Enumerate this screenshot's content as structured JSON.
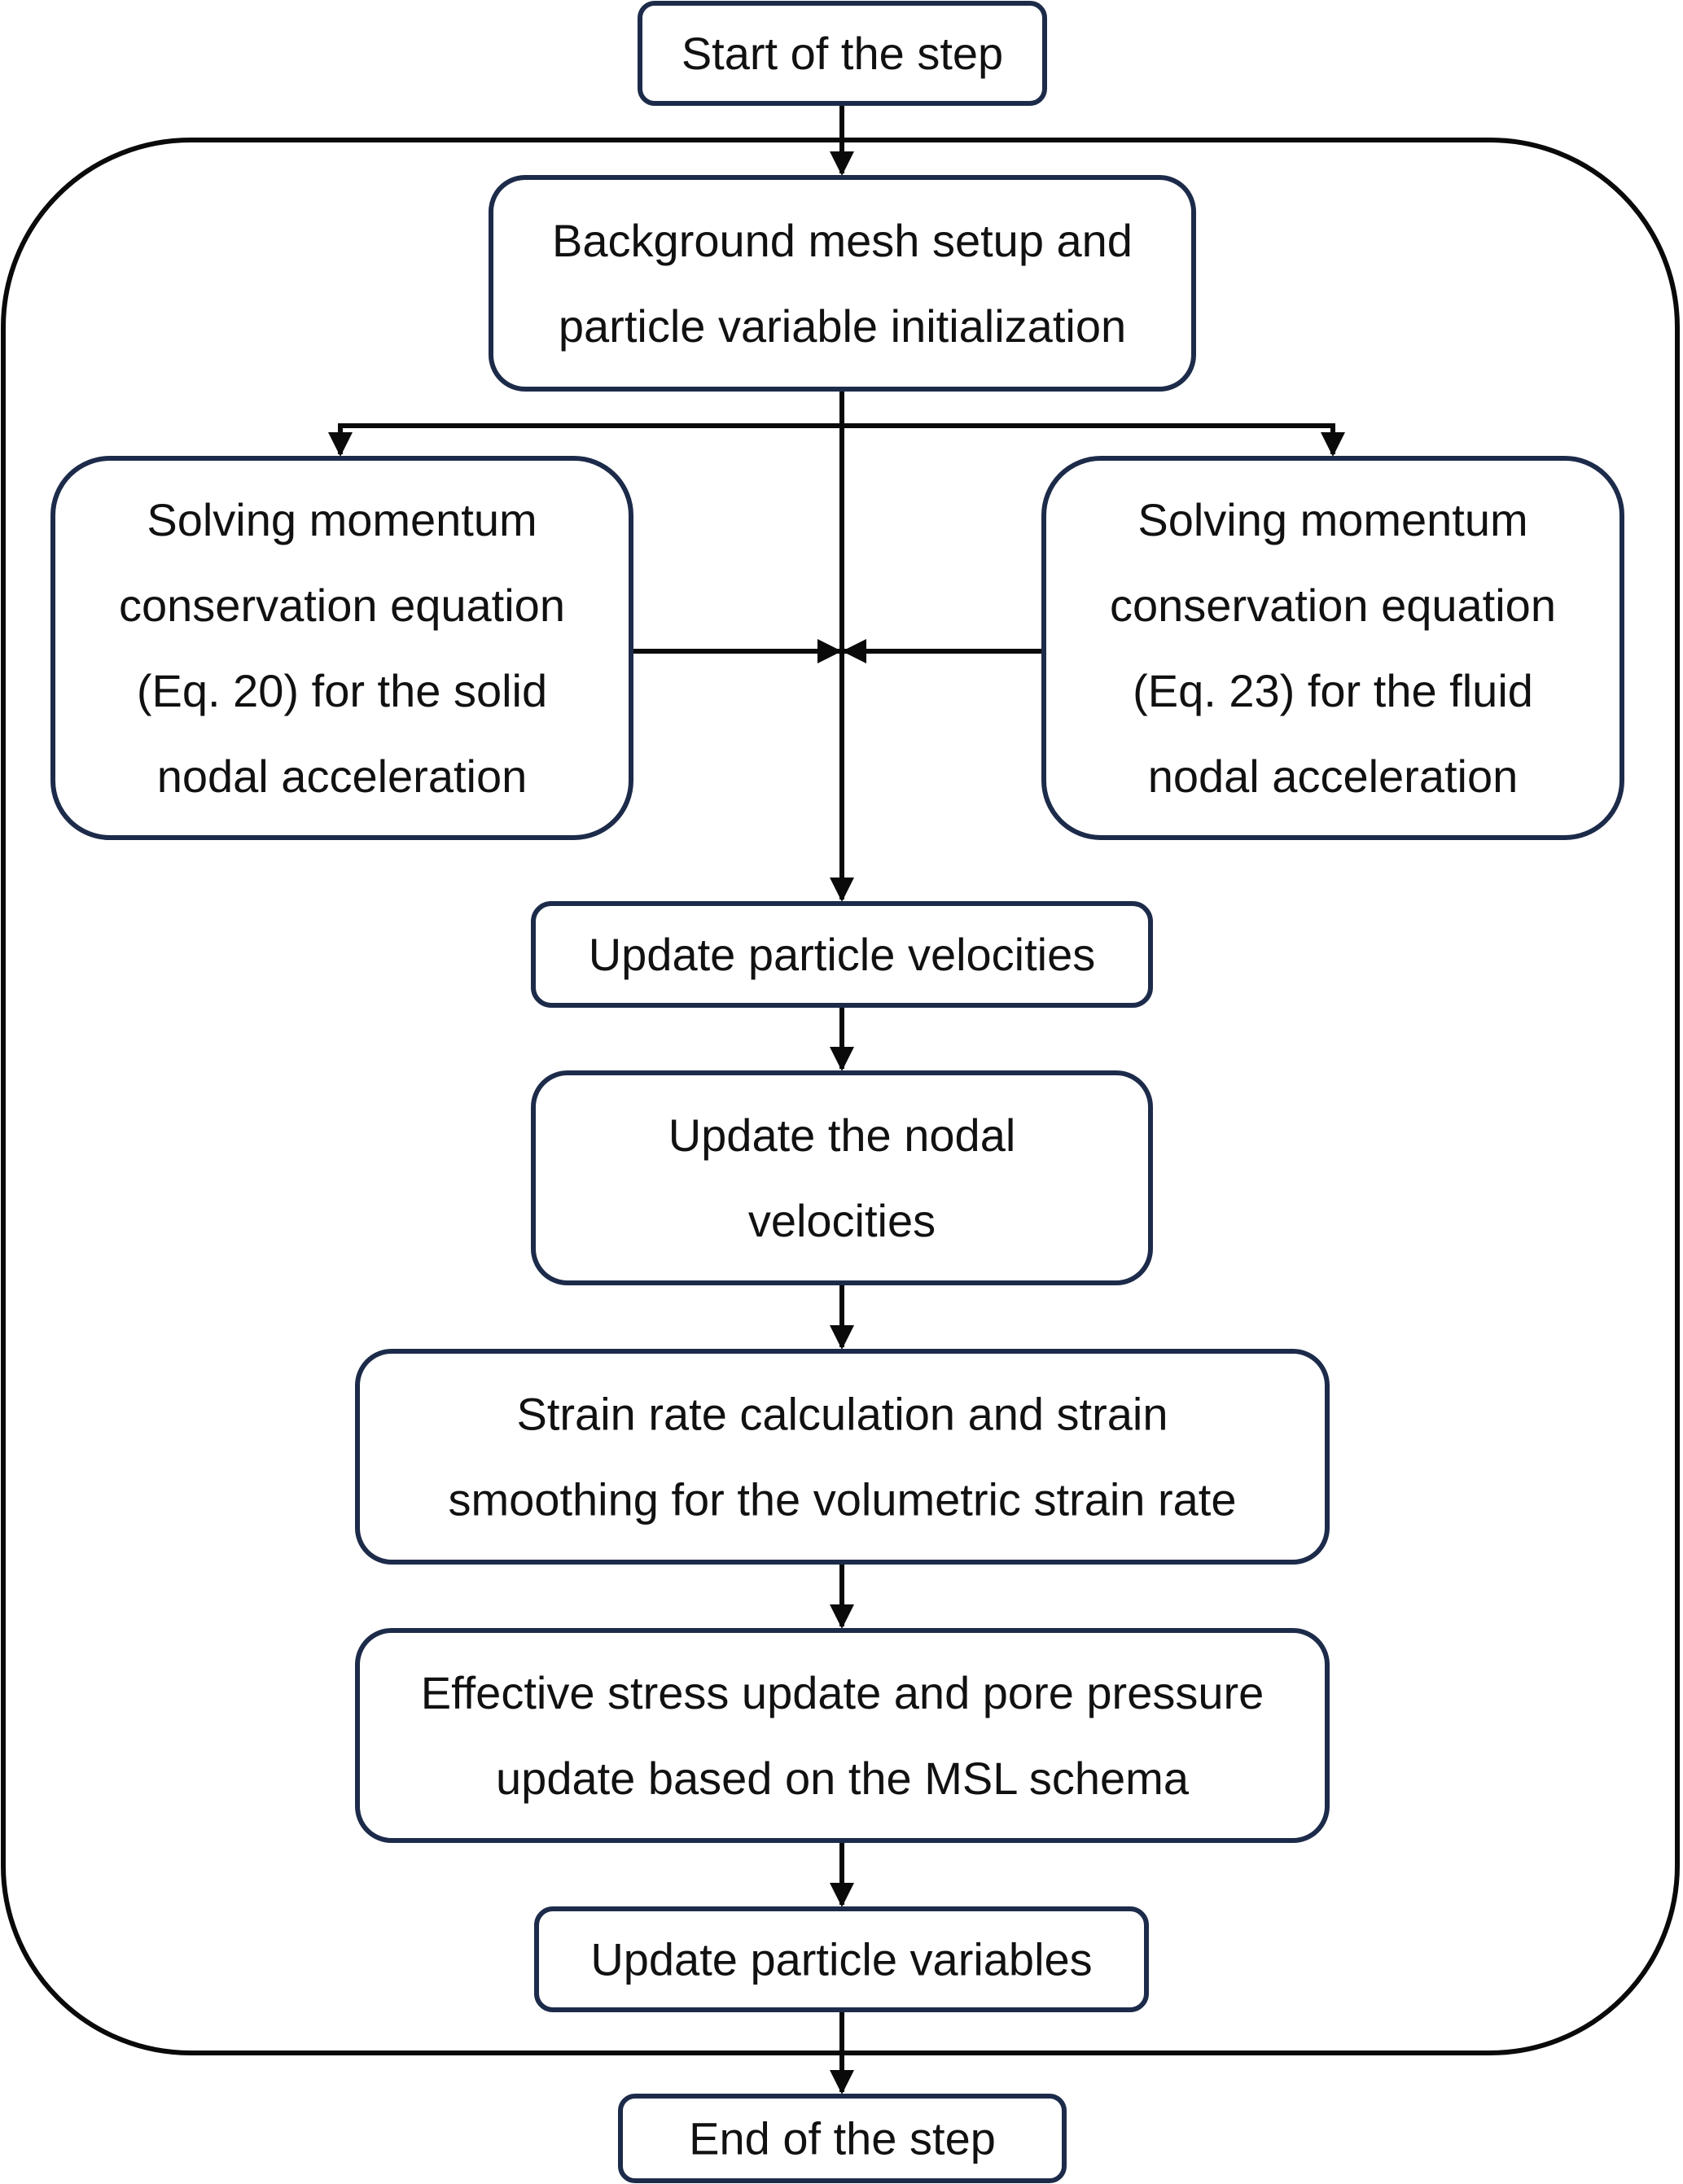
{
  "colors": {
    "box_border": "#1d2b4a",
    "outer_border": "#0a0a0a",
    "arrow": "#0a0a0a",
    "text": "#111111",
    "background": "#ffffff"
  },
  "nodes": {
    "start": {
      "lines": [
        "Start of the step"
      ]
    },
    "mesh_setup": {
      "lines": [
        "Background mesh setup and",
        "particle variable initialization"
      ]
    },
    "solid_momentum": {
      "lines": [
        "Solving momentum",
        "conservation equation",
        "(Eq. 20)  for the solid",
        "nodal acceleration"
      ]
    },
    "fluid_momentum": {
      "lines": [
        "Solving momentum",
        "conservation equation",
        "(Eq. 23)  for the fluid",
        "nodal acceleration"
      ]
    },
    "update_particle_velocities": {
      "lines": [
        "Update particle velocities"
      ]
    },
    "update_nodal_velocities": {
      "lines": [
        "Update the nodal",
        "velocities"
      ]
    },
    "strain_rate": {
      "lines": [
        "Strain rate calculation and strain",
        "smoothing for the volumetric strain rate"
      ]
    },
    "stress_update": {
      "lines": [
        "Effective stress update and pore pressure",
        "update based on the MSL schema"
      ]
    },
    "update_particle_variables": {
      "lines": [
        "Update particle variables"
      ]
    },
    "end": {
      "lines": [
        "End of the step"
      ]
    }
  }
}
